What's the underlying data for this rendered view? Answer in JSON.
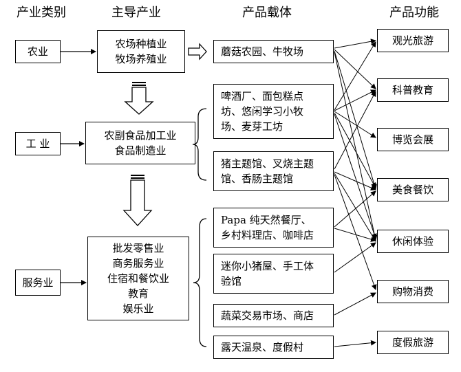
{
  "headers": {
    "category": "产业类别",
    "leading": "主导产业",
    "carrier": "产品载体",
    "function": "产品功能"
  },
  "categories": [
    "农业",
    "工 业",
    "服务业"
  ],
  "leading_industries": [
    [
      "农场种植业",
      "牧场养殖业"
    ],
    [
      "农副食品加工业",
      "食品制造业"
    ],
    [
      "批发零售业",
      "商务服务业",
      "住宿和餐饮业",
      "教育",
      "娱乐业"
    ]
  ],
  "carriers": [
    [
      "蘑菇农园、牛牧场"
    ],
    [
      "啤酒厂、面包糕点",
      "坊、悠闲学习小牧",
      "场、麦芽工坊"
    ],
    [
      "猪主题馆、叉烧主题",
      "馆、香肠主题馆"
    ],
    [
      "Papa 纯天然餐厅、",
      "乡村料理店、咖啡店"
    ],
    [
      "迷你小猪屋、手工体",
      "验馆"
    ],
    [
      "蔬菜交易市场、商店"
    ],
    [
      "露天温泉、度假村"
    ]
  ],
  "functions": [
    "观光旅游",
    "科普教育",
    "博览会展",
    "美食餐饮",
    "休闲体验",
    "购物消费",
    "度假旅游"
  ]
}
